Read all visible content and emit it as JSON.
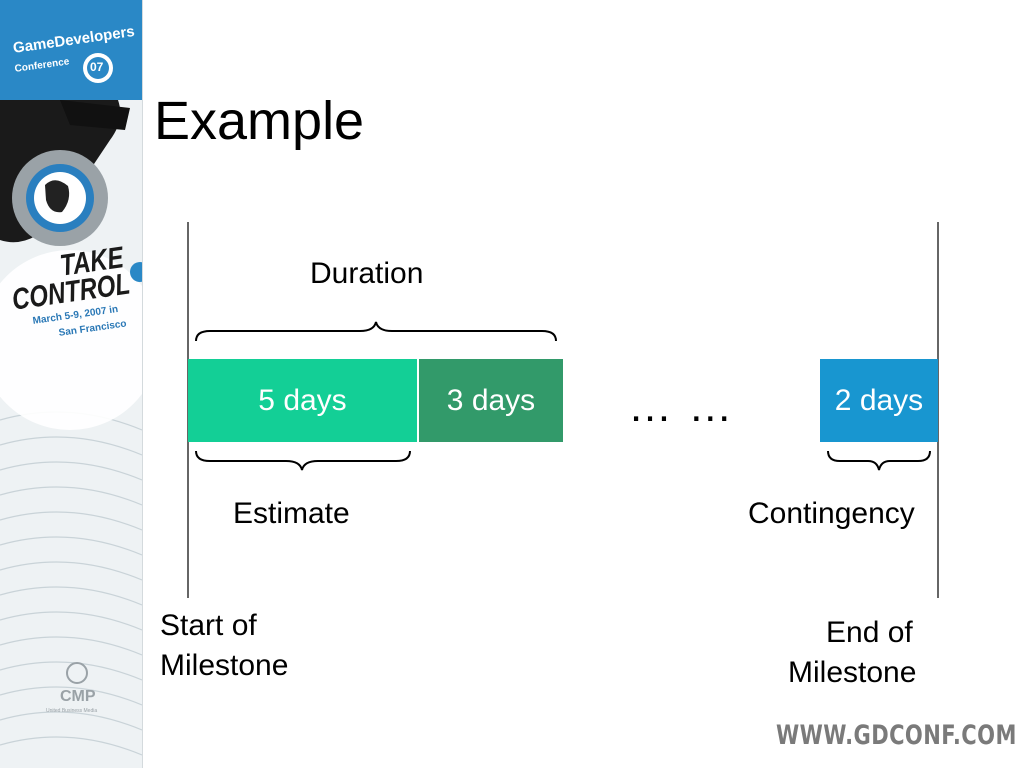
{
  "slide": {
    "title": "Example",
    "footer_url": "WWW.GDCONF.COM"
  },
  "branding": {
    "conference_name_line1": "GameDevelopers",
    "conference_name_line2": "Conference",
    "year_badge": "07",
    "tagline_line1": "TAKE",
    "tagline_line2": "CONTROL",
    "dates_line1": "March 5-9, 2007 in",
    "dates_line2": "San Francisco",
    "sponsor": "CMP",
    "sponsor_sub": "United Business Media"
  },
  "diagram": {
    "duration_label": "Duration",
    "boxes": [
      {
        "label": "5 days",
        "color": "#13cf96"
      },
      {
        "label": "3 days",
        "color": "#329a6a"
      },
      {
        "label": "2 days",
        "color": "#1896d0"
      }
    ],
    "ellipsis": "… …",
    "estimate_label": "Estimate",
    "contingency_label": "Contingency",
    "start_label_line1": "Start of",
    "start_label_line2": "Milestone",
    "end_label_line1": "End of",
    "end_label_line2": "Milestone"
  }
}
